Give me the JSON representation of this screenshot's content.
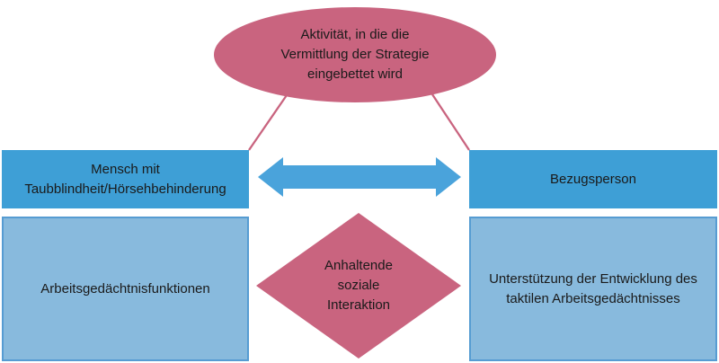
{
  "colors": {
    "rose": "#c9647f",
    "blue": "#3e9fd6",
    "arrowblue": "#4aa3db",
    "lightblue": "#88badd",
    "lightblueborder": "#569cd2",
    "textcolor": "#1a1a1a",
    "bg": "#ffffff"
  },
  "diagram": {
    "activity_ellipse": {
      "label": "Aktivität, in die die\nVermittlung der Strategie\neingebettet wird"
    },
    "person_box": {
      "label": "Mensch mit\nTaubblindheit/Hörsehbehinderung"
    },
    "caregiver_box": {
      "label": "Bezugsperson"
    },
    "interaction_diamond": {
      "label": "Anhaltende\nsoziale\nInteraktion"
    },
    "memory_box": {
      "label": "Arbeitsgedächtnisfunktionen"
    },
    "support_box": {
      "label": "Unterstützung der Entwicklung des\ntaktilen Arbeitsgedächtnisses"
    }
  }
}
